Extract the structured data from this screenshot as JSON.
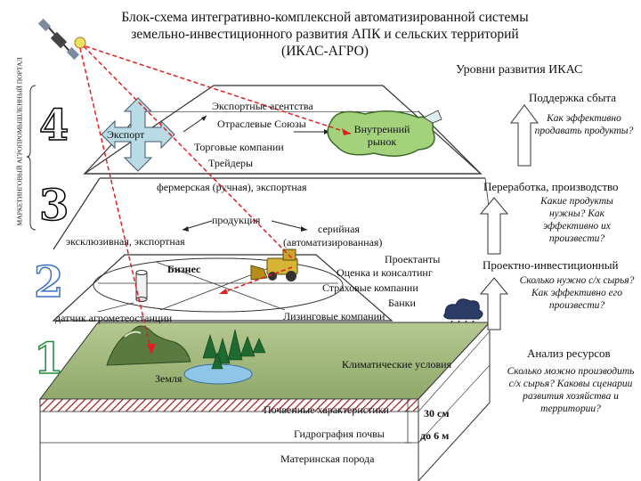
{
  "title": {
    "line1": "Блок-схема интегративно-комплексной автоматизированной системы",
    "line2": "земельно-инвестиционного развития АПК и сельских территорий",
    "line3": "(ИКАС-АГРО)"
  },
  "levels_heading": "Уровни развития ИКАС",
  "portal_label": "МАРКЕТИНГОВЫЙ АГРОПРОМЫШЛЕННЫЙ ПОРТАЛ",
  "level_numbers": [
    "4",
    "3",
    "2",
    "1"
  ],
  "level4": {
    "export": "Экспорт",
    "export_agencies": "Экспортные агентства",
    "unions": "Отраслевые Союзы",
    "trading": "Торговые компании",
    "traders": "Трейдеры",
    "domestic_market": "Внутренний рынок"
  },
  "level3": {
    "farmer": "фермерская (ручная), экспортная",
    "products": "продукция",
    "exclusive": "эксклюзивная, экспортная",
    "serial": "серийная",
    "automated": "(автоматизированная)"
  },
  "level2": {
    "business": "Бизнес",
    "projects": "Проектанты",
    "consulting": "Оценка и консалтинг",
    "insurance": "Страховые компании",
    "banks": "Банки",
    "leasing": "Лизинговые компании",
    "sensor": "датчик агрометеостанции"
  },
  "level1": {
    "climate": "Климатические условия",
    "land": "Земля",
    "soil": "Почвенные характеристики",
    "hydro": "Гидрография почвы",
    "bedrock": "Материнская порода",
    "depth30": "30 см",
    "depth6": "до 6 м"
  },
  "right_panel": {
    "sales_support": "Поддержка сбыта",
    "q_sell": "Как эффективно продавать продукты?",
    "processing": "Переработка, производство",
    "q_products": "Какие продукты нужны? Как эффективно их произвести?",
    "investment": "Проектно-инвестиционный",
    "q_produce": "Сколько нужно с/х сырья? Как эффективно его произвести?",
    "resources": "Анализ ресурсов",
    "q_resources": "Сколько можно производить с/х сырья? Каковы сценарии развития хозяйства и территории?"
  },
  "colors": {
    "arrow_fill": "#b8dbe6",
    "market_fill": "#a4d27c",
    "soil_hatch": "#a02020",
    "laser": "#e02020",
    "number2": "#3a6fc8",
    "number1": "#1e8a3c"
  },
  "icons": [
    "satellite-icon",
    "harvester-icon",
    "rain-cloud-icon",
    "weather-station-icon",
    "forest-icon",
    "mountain-icon",
    "lake-icon"
  ]
}
